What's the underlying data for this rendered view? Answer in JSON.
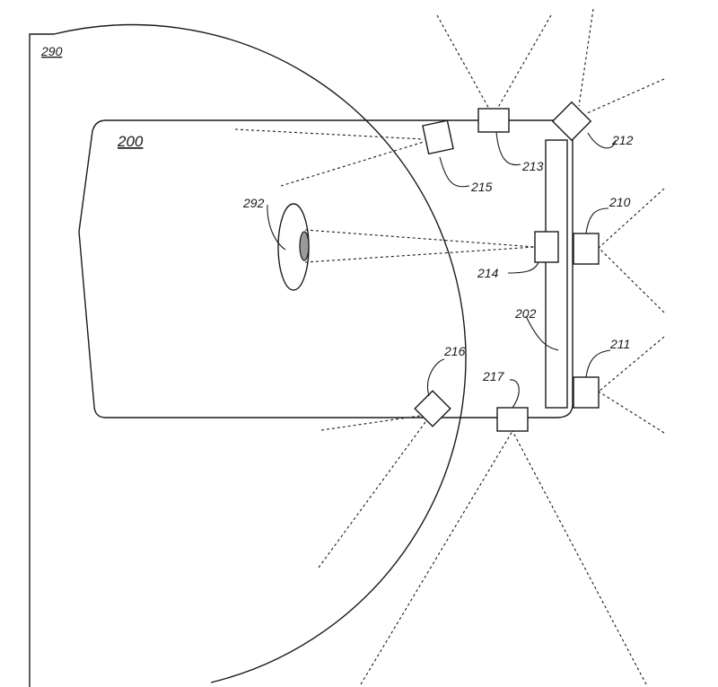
{
  "labels": {
    "vehicle": "200",
    "mirror": "202",
    "cam_210": "210",
    "cam_211": "211",
    "cam_212": "212",
    "cam_213": "213",
    "cam_214": "214",
    "cam_215": "215",
    "cam_216": "216",
    "cam_217": "217",
    "area": "290",
    "occupant": "292"
  }
}
